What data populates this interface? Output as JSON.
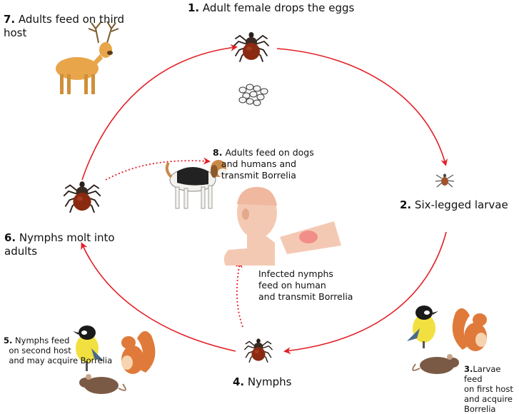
{
  "stages": {
    "s1": {
      "num": "1.",
      "text": "Adult female drops the eggs"
    },
    "s2": {
      "num": "2.",
      "text": "Six-legged larvae"
    },
    "s3": {
      "num": "3.",
      "text": "Larvae feed",
      "line2": "on first host",
      "line3": "and acquire",
      "line4": "Borrelia"
    },
    "s4": {
      "num": "4.",
      "text": "Nymphs"
    },
    "s5": {
      "num": "5.",
      "text": "Nymphs feed",
      "line2": "on second host",
      "line3": "and may acquire Borrelia"
    },
    "s6": {
      "num": "6.",
      "text": "Nymphs molt into",
      "line2": "adults"
    },
    "s7": {
      "num": "7.",
      "text": "Adults feed on third",
      "line2": "host"
    },
    "s8": {
      "num": "8.",
      "text": "Adults feed on dogs",
      "line2": "and humans and",
      "line3": "transmit Borrelia"
    }
  },
  "infected": {
    "line1": "Infected nymphs",
    "line2": "feed on human",
    "line3": "and transmit Borrelia"
  },
  "colors": {
    "arrow": "#e41f26",
    "tick_body": "#3a2a22",
    "tick_abdomen": "#8a2a10",
    "deer": "#e8a54a",
    "squirrel": "#e07a3a",
    "mouse": "#7a5a44"
  },
  "icons": [
    "tick-icon",
    "eggs-icon",
    "larva-icon",
    "deer-icon",
    "dog-icon",
    "human-icon",
    "bird-icon",
    "squirrel-icon",
    "mouse-icon"
  ]
}
